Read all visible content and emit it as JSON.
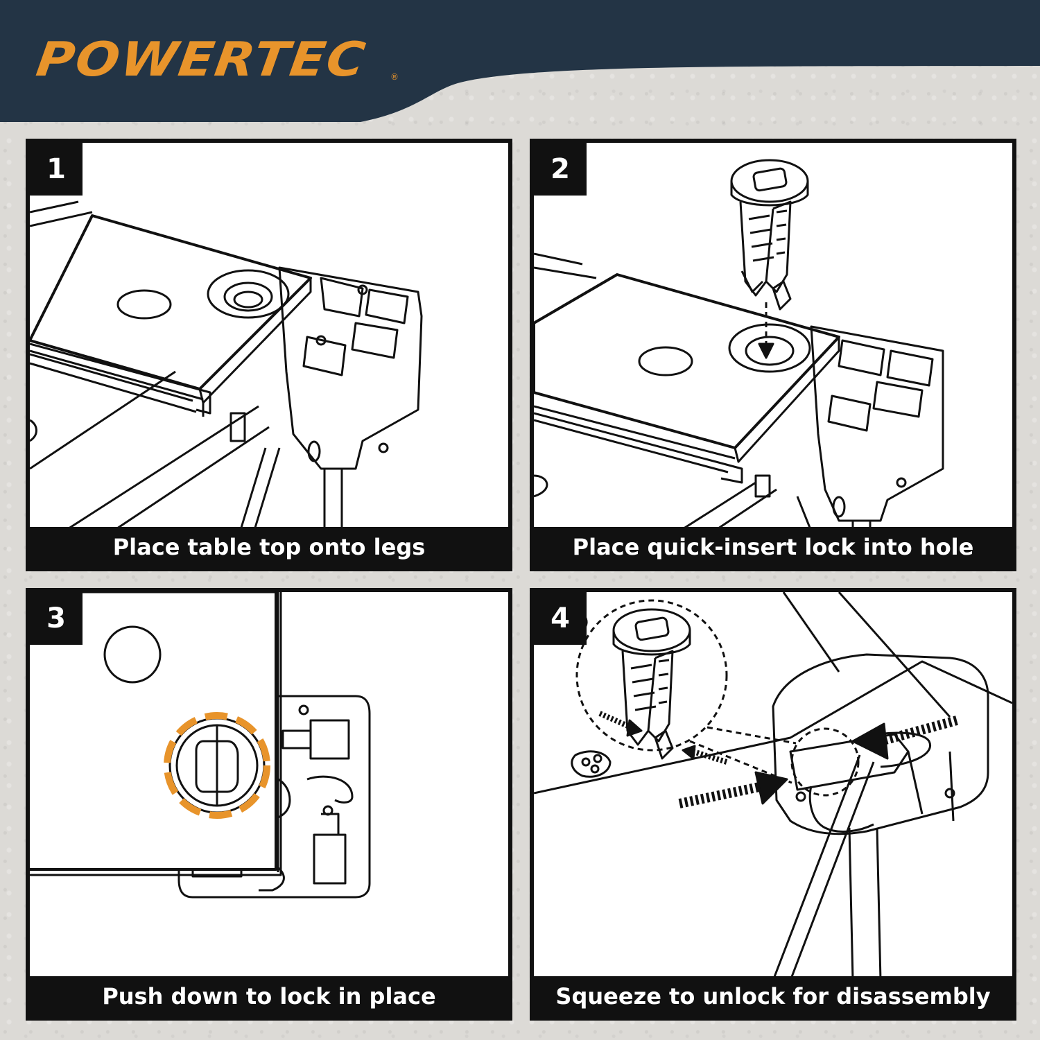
{
  "brand": {
    "name": "POWERTEC",
    "registered_mark": "®",
    "primary_color": "#e8942b",
    "header_color": "#233445"
  },
  "steps": [
    {
      "number": "1",
      "caption": "Place table top onto legs"
    },
    {
      "number": "2",
      "caption": "Place quick-insert lock into hole"
    },
    {
      "number": "3",
      "caption": "Push down to lock in place"
    },
    {
      "number": "4",
      "caption": "Squeeze to unlock for disassembly"
    }
  ]
}
